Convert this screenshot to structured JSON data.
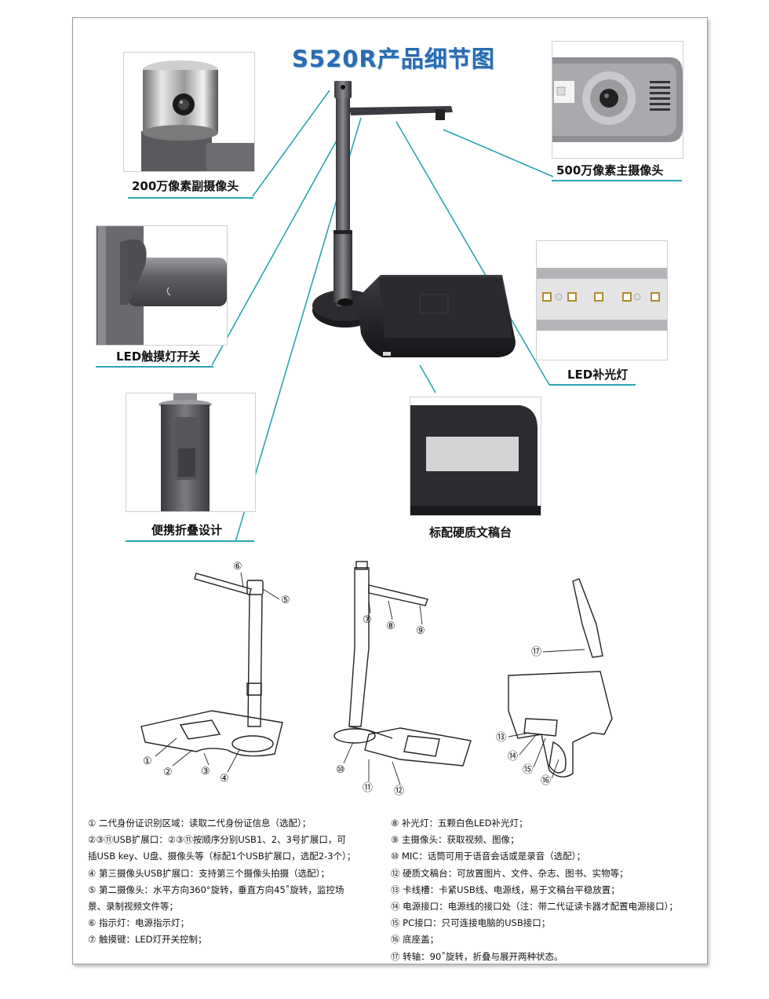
{
  "title": "S520R产品细节图",
  "captions": {
    "sub_camera": "200万像素副摄像头",
    "main_camera": "500万像素主摄像头",
    "touch_switch": "LED触摸灯开关",
    "fill_light": "LED补光灯",
    "folding": "便携折叠设计",
    "doc_platform": "标配硬质文稿台"
  },
  "diagram_numbers": {
    "left": [
      "⑥",
      "⑤",
      "①",
      "②",
      "③",
      "④"
    ],
    "middle": [
      "⑦",
      "⑧",
      "⑨",
      "⑩",
      "⑪",
      "⑫"
    ],
    "right": [
      "⑰",
      "⑬",
      "⑭",
      "⑮",
      "⑯"
    ]
  },
  "notes_left": [
    "① 二代身份证识别区域：读取二代身份证信息（选配）；",
    "②③⑪USB扩展口：②③⑪按顺序分别USB1、2、3号扩展口，可",
    "插USB key、U盘、摄像头等（标配1个USB扩展口，选配2-3个）；",
    "④ 第三摄像头USB扩展口：支持第三个摄像头拍摄（选配）；",
    "⑤ 第二摄像头：水平方向360°旋转，垂直方向45˚旋转，监控场",
    "景、录制视频文件等；",
    "⑥ 指示灯：电源指示灯；",
    "⑦ 触摸键：LED灯开关控制；"
  ],
  "notes_right": [
    "⑧ 补光灯：五颗白色LED补光灯；",
    "⑨ 主摄像头：获取视频、图像；",
    "⑩ MIC：话筒可用于语音会话或是录音（选配）；",
    "⑫ 硬质文稿台：可放置图片、文件、杂志、图书、实物等；",
    "⑬ 卡线槽：卡紧USB线、电源线，易于文稿台平稳放置；",
    "⑭ 电源接口：电源线的接口处（注：带二代证读卡器才配置电源接口）；",
    "⑮ PC接口：只可连接电脑的USB接口；",
    "⑯ 底座盖；",
    "⑰ 转轴：90˚旋转，折叠与展开两种状态。"
  ]
}
